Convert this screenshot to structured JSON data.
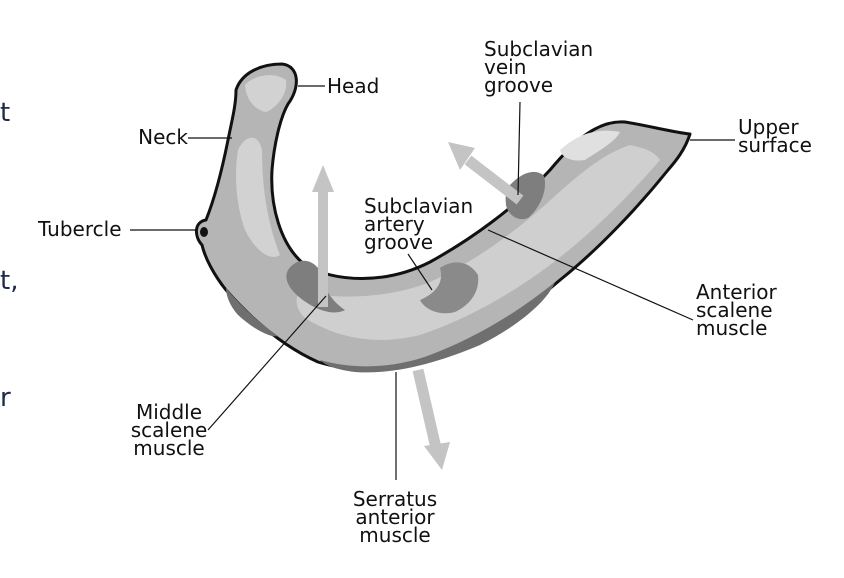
{
  "diagram": {
    "labels": {
      "head": [
        "Head"
      ],
      "neck": [
        "Neck"
      ],
      "tubercle": [
        "Tubercle"
      ],
      "subclavian_vein_groove": [
        "Subclavian",
        "vein",
        "groove"
      ],
      "upper_surface": [
        "Upper",
        "surface"
      ],
      "subclavian_artery_groove": [
        "Subclavian",
        "artery",
        "groove"
      ],
      "anterior_scalene_muscle": [
        "Anterior",
        "scalene",
        "muscle"
      ],
      "middle_scalene_muscle": [
        "Middle",
        "scalene",
        "muscle"
      ],
      "serratus_anterior_muscle": [
        "Serratus",
        "anterior",
        "muscle"
      ]
    },
    "cropped_text_fragments": [
      "t",
      "t,",
      "r"
    ],
    "colors": {
      "outline": "#111111",
      "bone_base": "#b5b5b5",
      "bone_light": "#d2d2d2",
      "bone_dark": "#7e7e7e",
      "arrow": "#c4c4c4",
      "leader_line": "#111111"
    }
  }
}
